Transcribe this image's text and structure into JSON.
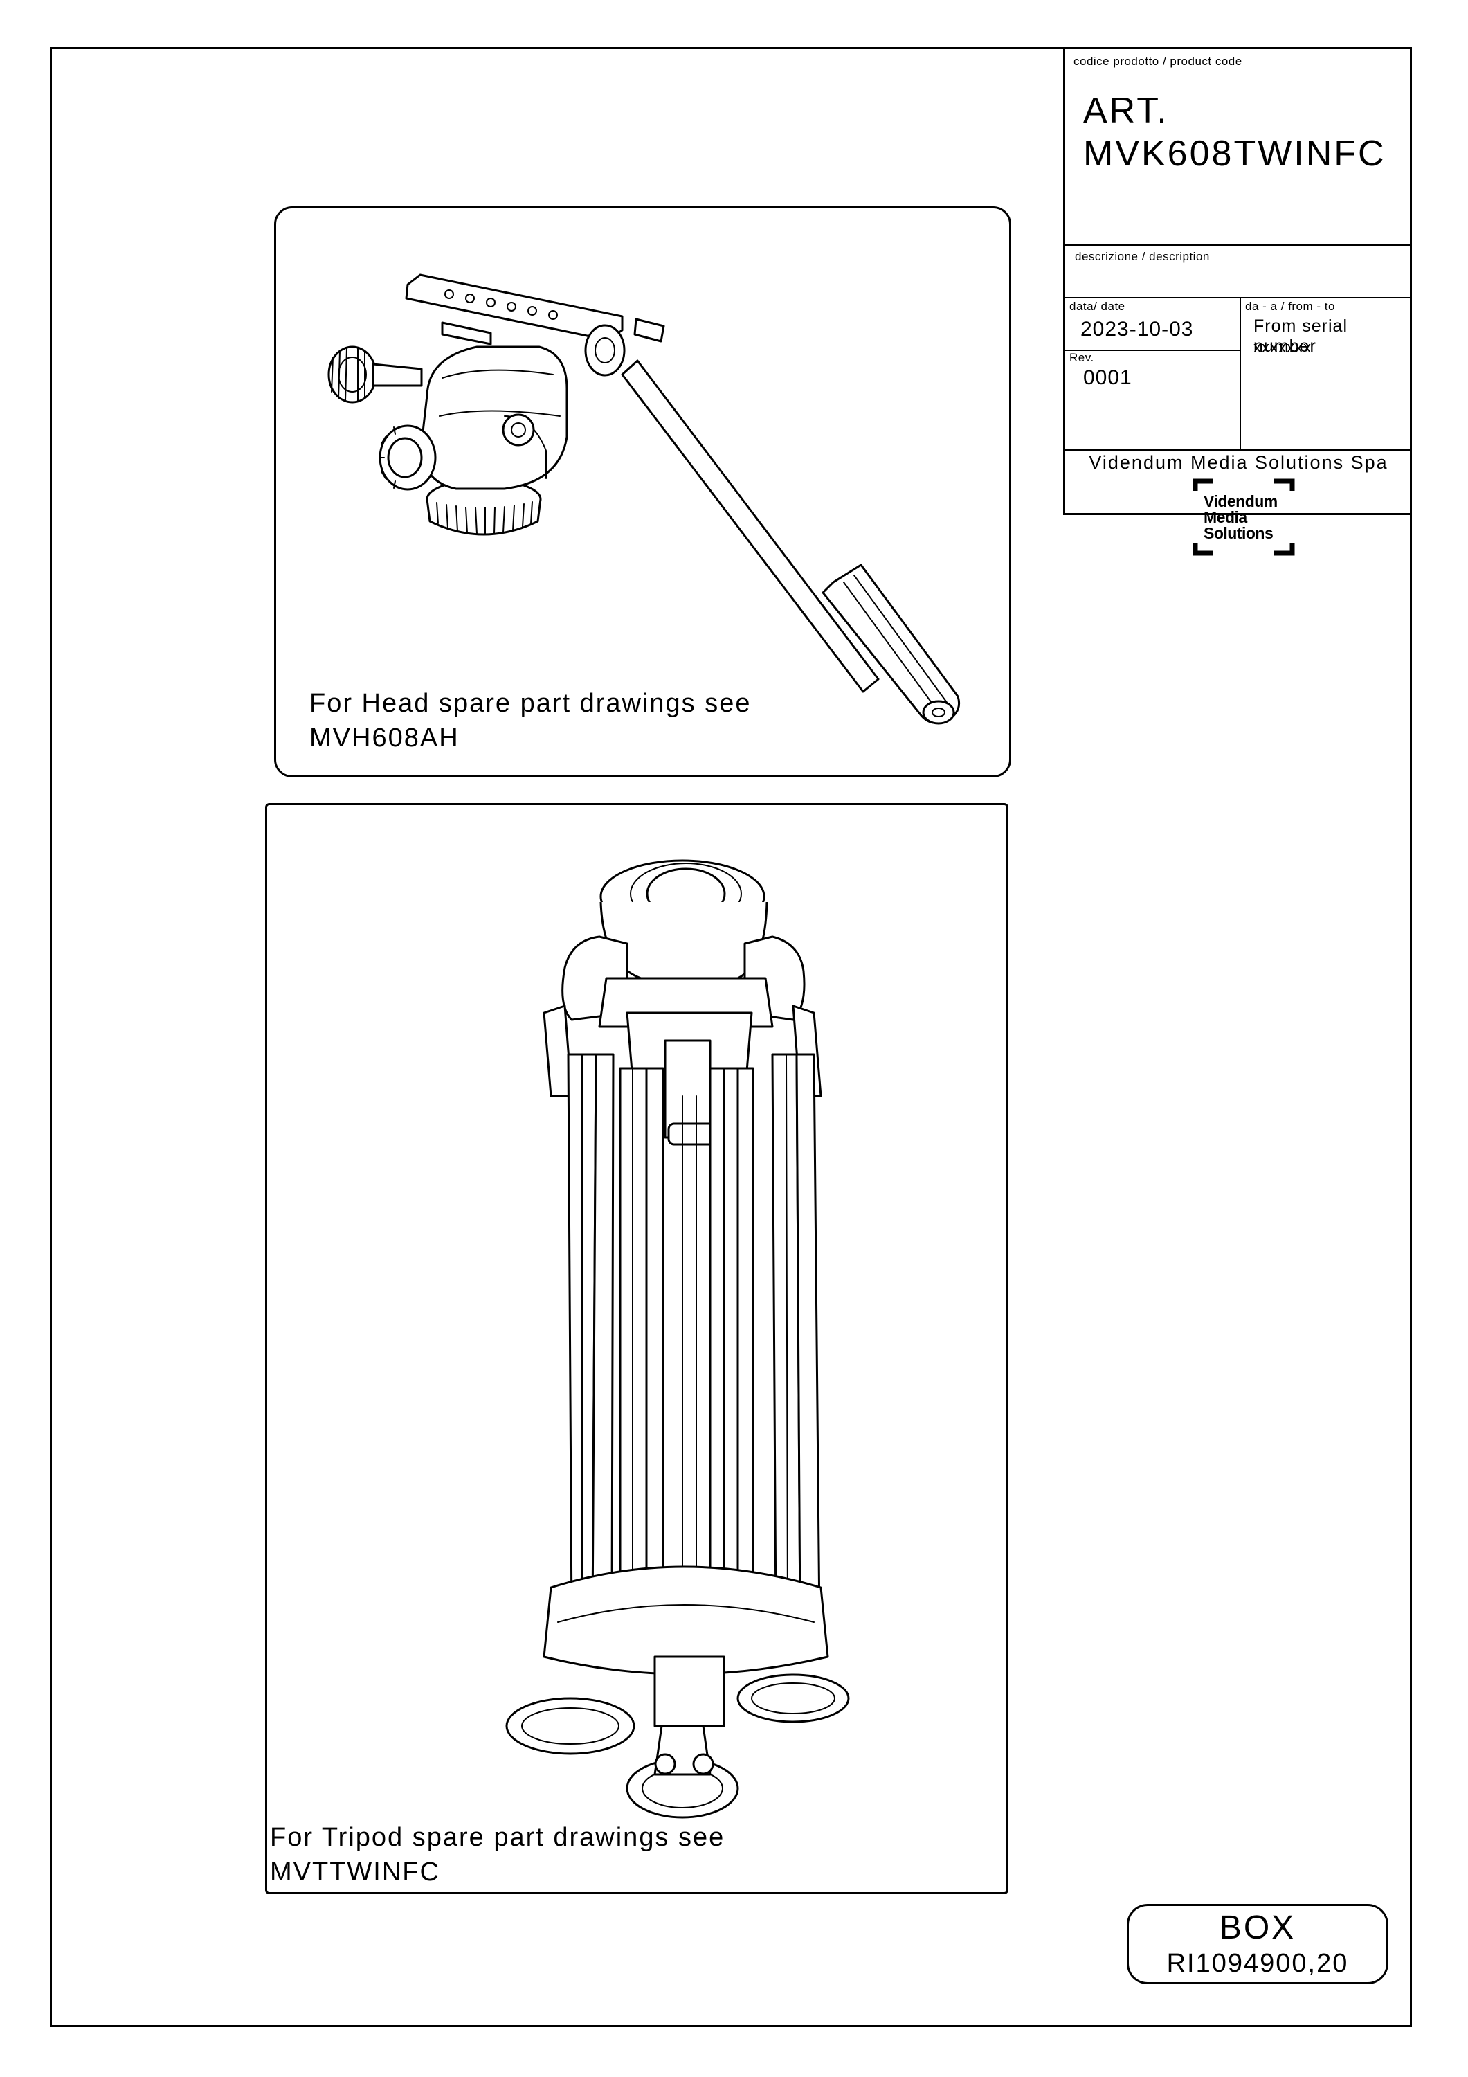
{
  "title_block": {
    "product_code_label": "codice prodotto / product code",
    "art_prefix": "ART.",
    "art_code": "MVK608TWINFC",
    "description_label": "descrizione / description",
    "date_label": "data/ date",
    "date_value": "2023-10-03",
    "from_to_label": "da - a / from - to",
    "from_to_value_line1": "From serial number",
    "from_to_value_line2": "xxxxxxx",
    "rev_label": "Rev.",
    "rev_value": "0001",
    "company": "Videndum Media Solutions Spa",
    "logo_line1": "Videndum",
    "logo_line2": "Media",
    "logo_line3": "Solutions"
  },
  "head_panel": {
    "caption_line1": "For Head spare part drawings see",
    "caption_line2": "MVH608AH"
  },
  "tripod_panel": {
    "caption_line1": "For Tripod spare part drawings see",
    "caption_line2": "MVTTWINFC"
  },
  "box_badge": {
    "title": "BOX",
    "code": "RI1094900,20"
  },
  "icons": [
    "fluid-head-drawing",
    "tripod-drawing",
    "videndum-logo"
  ]
}
